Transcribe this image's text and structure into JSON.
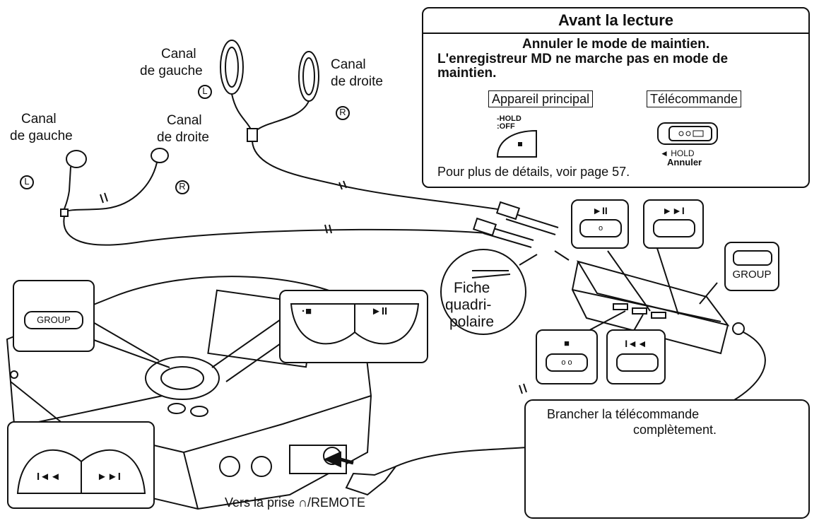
{
  "info_box": {
    "title": "Avant la lecture",
    "subtitle": "Annuler le mode de maintien.",
    "line1": "L'enregistreur MD ne marche pas en mode de",
    "line2": "maintien.",
    "main_unit_label": "Appareil principal",
    "remote_label": "Télécommande",
    "hold_small": "-HOLD",
    "off_small": ":OFF",
    "hold_text": "◄ HOLD",
    "cancel_text": "Annuler",
    "footer": "Pour plus de détails, voir page 57."
  },
  "headphones_top": {
    "left_line1": "Canal",
    "left_line2": "de gauche",
    "right_line1": "Canal",
    "right_line2": "de droite",
    "mark_left": "L",
    "mark_right": "R"
  },
  "earphones_left": {
    "left_line1": "Canal",
    "left_line2": "de gauche",
    "right_line1": "Canal",
    "right_line2": "de droite",
    "mark_left": "L",
    "mark_right": "R"
  },
  "plug_label": {
    "line1": "Fiche",
    "line2": "quadri-",
    "line3": "polaire"
  },
  "buttons": {
    "group_main": "GROUP",
    "group_remote": "GROUP",
    "play_pause": "►II",
    "skip_next": "►►I",
    "stop": "■",
    "skip_prev": "I◄◄",
    "stop_play_left": "·■",
    "stop_play_right": "►II",
    "prev_left": "I◄◄",
    "next_right": "►►I"
  },
  "note_box": {
    "line1": "Brancher la télécommande",
    "line2": "complètement."
  },
  "jack_caption": "Vers la prise ∩/REMOTE"
}
